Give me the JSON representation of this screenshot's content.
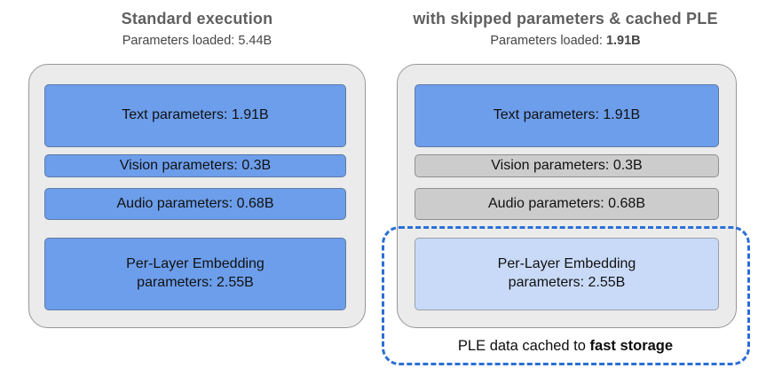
{
  "left": {
    "title": "Standard execution",
    "subtitle_label": "Parameters loaded: ",
    "subtitle_value": "5.44B",
    "boxes": {
      "text": "Text parameters: 1.91B",
      "vision": "Vision parameters: 0.3B",
      "audio": "Audio parameters: 0.68B",
      "ple": "Per-Layer Embedding\nparameters: 2.55B"
    }
  },
  "right": {
    "title": "with skipped parameters & cached PLE",
    "subtitle_label": "Parameters loaded: ",
    "subtitle_value": "1.91B",
    "boxes": {
      "text": "Text parameters: 1.91B",
      "vision": "Vision parameters: 0.3B",
      "audio": "Audio parameters: 0.68B",
      "ple": "Per-Layer Embedding\nparameters: 2.55B"
    },
    "cache_note_prefix": "PLE data cached to ",
    "cache_note_bold": "fast storage"
  },
  "colors": {
    "active_blue": "#6d9eeb",
    "cached_light_blue": "#c9daf8",
    "skipped_gray": "#cccccc",
    "panel_background": "#ebebeb",
    "dashed_accent_blue": "#2b6fd4"
  }
}
